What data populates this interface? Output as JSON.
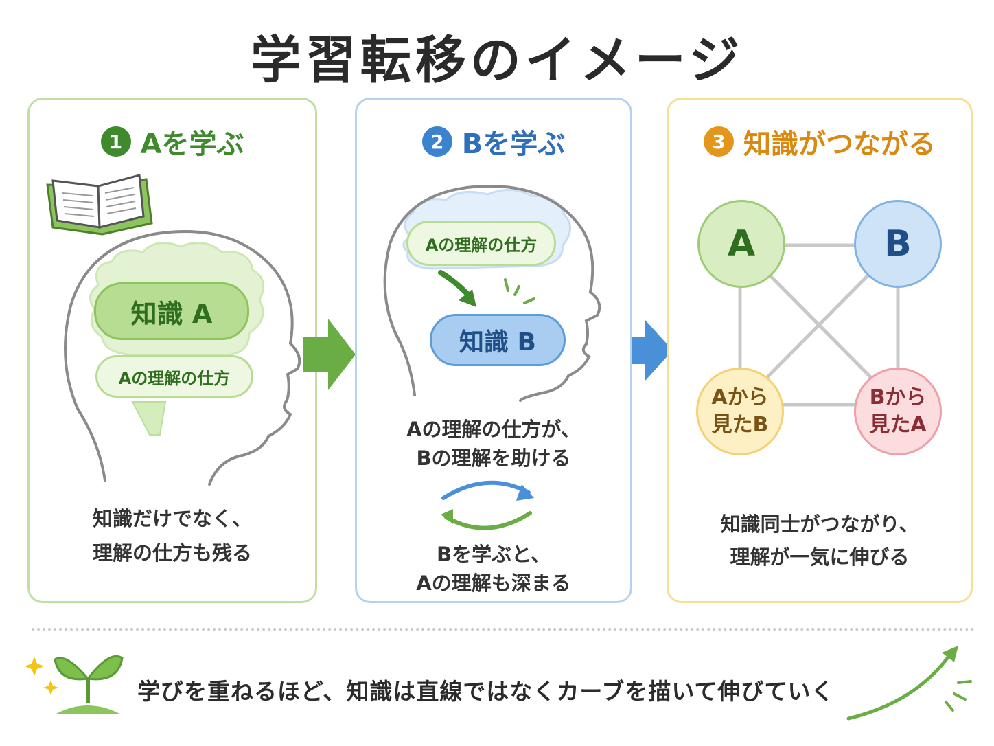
{
  "title": "学習転移のイメージ",
  "panels": [
    {
      "number": "1",
      "title": "Aを学ぶ",
      "knowledge_label": "知識 A",
      "understanding_label": "Aの理解の仕方",
      "caption_line1": "知識だけでなく、",
      "caption_line2": "理解の仕方も残る"
    },
    {
      "number": "2",
      "title": "Bを学ぶ",
      "understanding_label": "Aの理解の仕方",
      "knowledge_label": "知識 B",
      "caption_line1": "Aの理解の仕方が、",
      "caption_line2": "Bの理解を助ける",
      "caption2_line1": "Bを学ぶと、",
      "caption2_line2": "Aの理解も深まる"
    },
    {
      "number": "3",
      "title": "知識がつながる",
      "node_a": "A",
      "node_b": "B",
      "node_ab_line1": "Aから",
      "node_ab_line2": "見たB",
      "node_ba_line1": "Bから",
      "node_ba_line2": "見たA",
      "caption_line1": "知識同士がつながり、",
      "caption_line2": "理解が一気に伸びる"
    }
  ],
  "footer": "学びを重ねるほど、知識は直線ではなくカーブを描いて伸びていく",
  "colors": {
    "green": "#3e8a2c",
    "blue": "#3b82cf",
    "orange": "#e3961a",
    "green_arrow": "#6aad45",
    "blue_arrow": "#4a90d9"
  }
}
